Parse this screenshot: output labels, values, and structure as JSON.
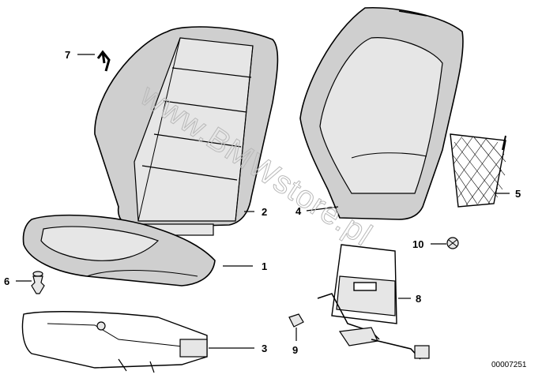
{
  "callouts": {
    "c1": "1",
    "c2": "2",
    "c3": "3",
    "c4": "4",
    "c5": "5",
    "c6": "6",
    "c7": "7",
    "c8": "8",
    "c9": "9",
    "c10": "10"
  },
  "watermark": "www.BMWstore.pl",
  "reference_code": "00007251"
}
